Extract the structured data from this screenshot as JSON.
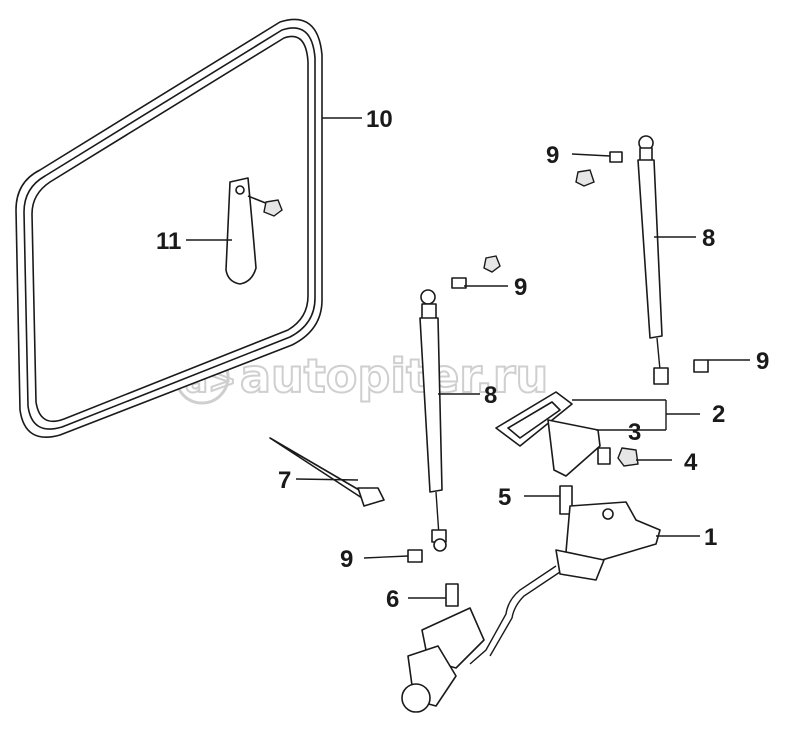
{
  "diagram": {
    "watermark_text": "autopiter.ru",
    "watermark_logo": "a>",
    "callouts": [
      {
        "id": "c1",
        "label": "1"
      },
      {
        "id": "c2",
        "label": "2"
      },
      {
        "id": "c3",
        "label": "3"
      },
      {
        "id": "c4",
        "label": "4"
      },
      {
        "id": "c5",
        "label": "5"
      },
      {
        "id": "c6",
        "label": "6"
      },
      {
        "id": "c7",
        "label": "7"
      },
      {
        "id": "c8a",
        "label": "8"
      },
      {
        "id": "c8b",
        "label": "8"
      },
      {
        "id": "c9a",
        "label": "9"
      },
      {
        "id": "c9b",
        "label": "9"
      },
      {
        "id": "c9c",
        "label": "9"
      },
      {
        "id": "c9d",
        "label": "9"
      },
      {
        "id": "c10",
        "label": "10"
      },
      {
        "id": "c11",
        "label": "11"
      }
    ]
  }
}
